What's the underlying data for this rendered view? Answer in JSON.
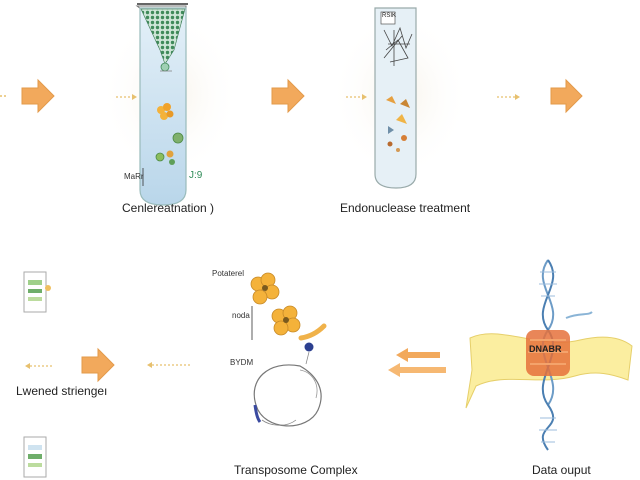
{
  "top_row": {
    "stages": [
      {
        "caption": "Cenlereatnation )"
      },
      {
        "caption": "Endonuclease treatment"
      }
    ],
    "tube1_tags": {
      "left": "MaRr",
      "right": "J:9"
    },
    "tube2_tag": "RSIK"
  },
  "bottom_row": {
    "left_caption": "Lwened striengeı",
    "center_caption": "Transposome Complex",
    "right_caption": "Data ouput",
    "transposome_labels": {
      "top": "Potaterel",
      "middle": "noda",
      "bottom": "BYDM"
    },
    "helix_label": "DNABR"
  },
  "colors": {
    "arrow_orange": "#f2a95c",
    "tube_liquid": "#cfe3f0",
    "bead_green": "#3f8a5a",
    "protein_orange": "#f4b23a",
    "banner_yellow": "#fbeea0",
    "helix_blue": "#6d9cc7",
    "helix_orange": "#e5713b"
  }
}
